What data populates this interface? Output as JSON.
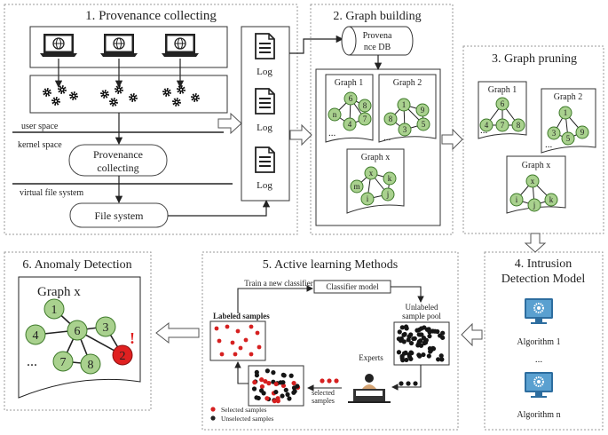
{
  "panels": {
    "provenance": {
      "title": "1. Provenance collecting",
      "user_space": "user space",
      "kernel_space": "kernel space",
      "vfs": "virtual file system",
      "collector": [
        "Provenance",
        "collecting"
      ],
      "fs": "File system",
      "log": "Log"
    },
    "graph_building": {
      "title": "2. Graph building",
      "db": [
        "Provena",
        "nce DB"
      ],
      "g1": "Graph 1",
      "g2": "Graph 2",
      "gx": "Graph x"
    },
    "graph_pruning": {
      "title": "3. Graph pruning",
      "g1": "Graph 1",
      "g2": "Graph 2",
      "gx": "Graph x"
    },
    "idm": {
      "title": [
        "4. Intrusion",
        "Detection Model"
      ],
      "alg1": "Algorithm 1",
      "dots": "...",
      "algn": "Algorithm n"
    },
    "active": {
      "title": "5. Active learning Methods",
      "train": "Train a new classifier",
      "classifier": "Classifier model",
      "labeled": "Labeled samples",
      "unlabeled": [
        "Unlabeled",
        "sample pool"
      ],
      "experts": "Experts",
      "selected": [
        "selected",
        "samples"
      ],
      "legend_sel": "Selected samples",
      "legend_unsel": "Unselected samples"
    },
    "anomaly": {
      "title": "6. Anomaly Detection",
      "graph": "Graph x",
      "alert": "!"
    }
  },
  "ellipsis": "...",
  "graphs": {
    "g1_nodes": [
      "n",
      "6",
      "8",
      "4",
      "7"
    ],
    "g2_nodes": [
      "1",
      "9",
      "8",
      "3",
      "5"
    ],
    "gx_nodes": [
      "x",
      "k",
      "m",
      "i",
      "j"
    ],
    "p1_nodes": [
      "6",
      "4",
      "7",
      "8"
    ],
    "p2_nodes": [
      "1",
      "3",
      "5",
      "9"
    ],
    "px_nodes": [
      "x",
      "i",
      "j",
      "k"
    ],
    "a_nodes": [
      "1",
      "6",
      "3",
      "4",
      "7",
      "8",
      "2"
    ]
  },
  "colors": {
    "node": "#a9d18e",
    "node_edge": "#3e7a2a",
    "alert": "#e02020",
    "gear": "#111111",
    "monitor": "#4a8fbf"
  }
}
